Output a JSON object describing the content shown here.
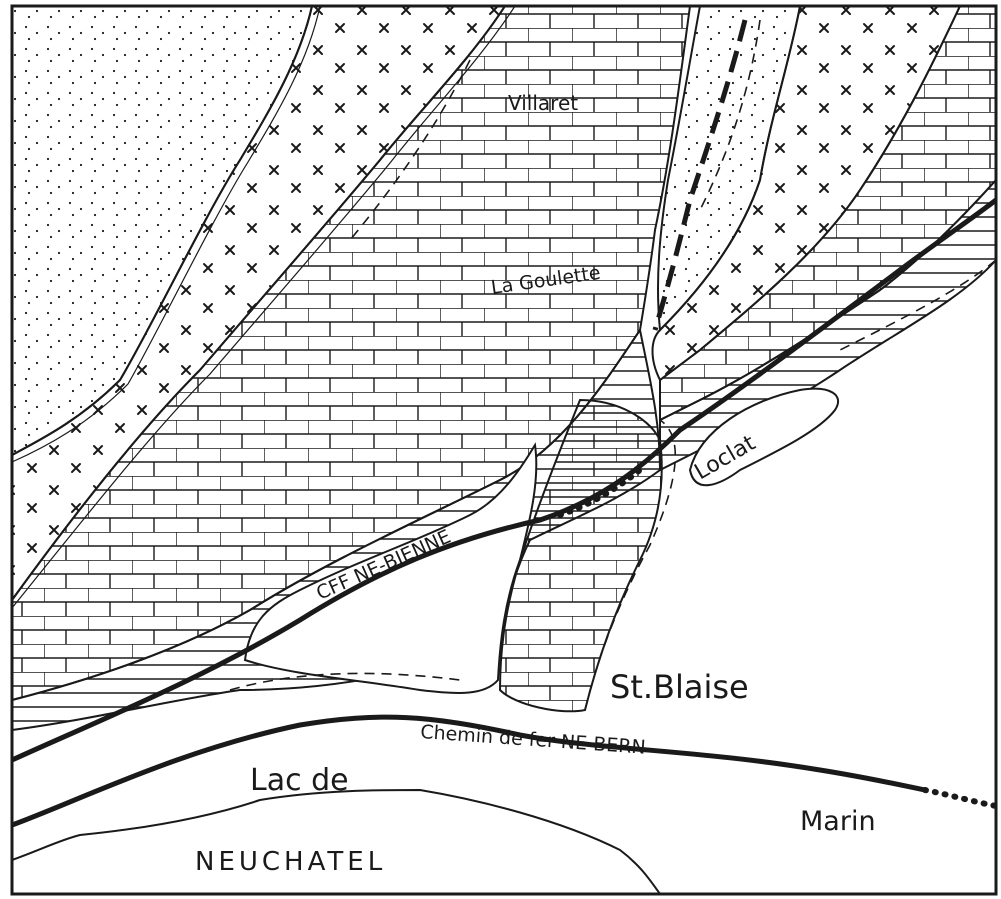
{
  "map": {
    "ink_color": "#1a1a1a",
    "paper_color": "#ffffff",
    "places": {
      "villaret": "Villaret",
      "la_goulette": "La Goulette",
      "loclat": "Loclat",
      "st_blaise": "St.Blaise",
      "marin": "Marin",
      "lac": "Lac de",
      "neuchatel": "NEUCHATEL"
    },
    "railways": {
      "cff": "CFF NE-BIENNE",
      "bern": "Chemin de fer NE-BERN"
    },
    "patterns": [
      "dots",
      "crosses",
      "bricks",
      "hatch-horizontal"
    ]
  }
}
